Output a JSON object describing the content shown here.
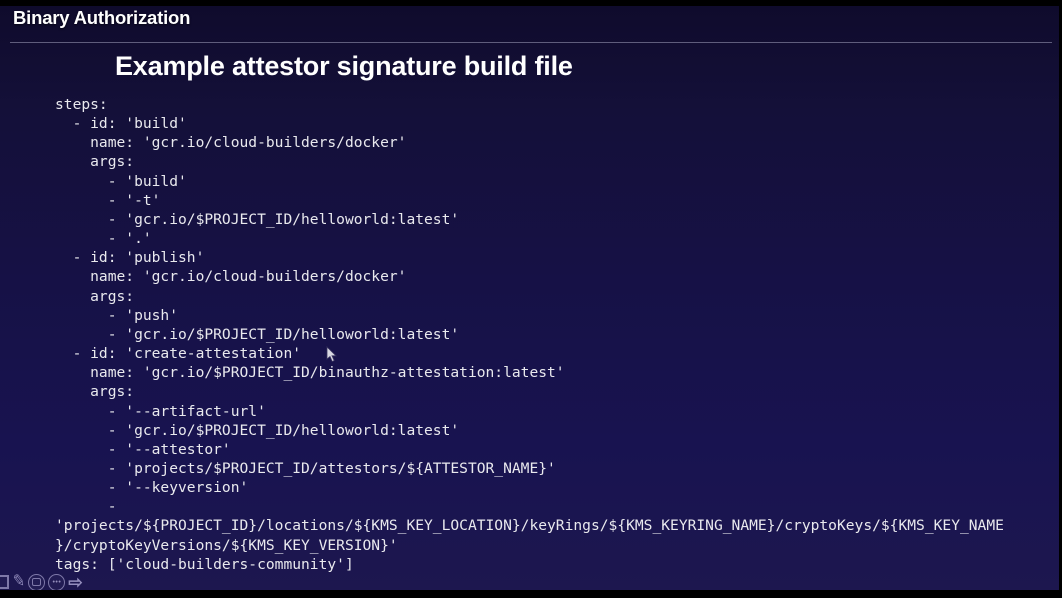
{
  "header": {
    "title": "Binary Authorization"
  },
  "slide": {
    "heading": "Example attestor signature build file",
    "code_lines": [
      "steps:",
      "  - id: 'build'",
      "    name: 'gcr.io/cloud-builders/docker'",
      "    args:",
      "      - 'build'",
      "      - '-t'",
      "      - 'gcr.io/$PROJECT_ID/helloworld:latest'",
      "      - '.'",
      "  - id: 'publish'",
      "    name: 'gcr.io/cloud-builders/docker'",
      "    args:",
      "      - 'push'",
      "      - 'gcr.io/$PROJECT_ID/helloworld:latest'",
      "  - id: 'create-attestation'",
      "    name: 'gcr.io/$PROJECT_ID/binauthz-attestation:latest'",
      "    args:",
      "      - '--artifact-url'",
      "      - 'gcr.io/$PROJECT_ID/helloworld:latest'",
      "      - '--attestor'",
      "      - 'projects/$PROJECT_ID/attestors/${ATTESTOR_NAME}'",
      "      - '--keyversion'",
      "      -",
      "'projects/${PROJECT_ID}/locations/${KMS_KEY_LOCATION}/keyRings/${KMS_KEYRING_NAME}/cryptoKeys/${KMS_KEY_NAME",
      "}/cryptoKeyVersions/${KMS_KEY_VERSION}'",
      "tags: ['cloud-builders-community']"
    ]
  },
  "toolbar": {
    "icons": [
      "rectangle-tool",
      "pencil-tool",
      "shape-tool",
      "more-options",
      "forward-arrow"
    ],
    "pencil_glyph": "✎",
    "more_glyph": "•••",
    "arrow_glyph": "⇨"
  },
  "colors": {
    "background_top": "#0f0b2c",
    "background_bottom": "#1d174f",
    "letterbox": "#000000",
    "code_text": "#e9e9ee",
    "heading_text": "#ffffff",
    "divider": "#a0a0b9"
  }
}
